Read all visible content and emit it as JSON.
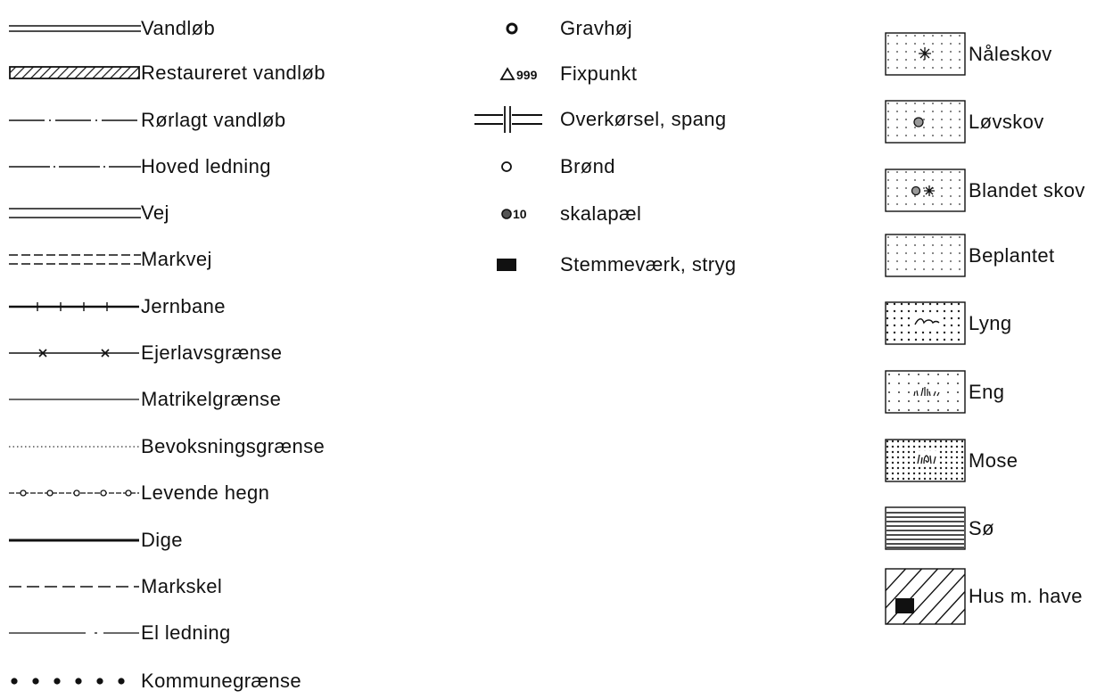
{
  "line_legend": {
    "items": [
      {
        "label": "Vandløb",
        "icon": "double-line-icon"
      },
      {
        "label": "Restaureret vandløb",
        "icon": "hatched-band-icon"
      },
      {
        "label": "Rørlagt vandløb",
        "icon": "dash-dot-line-icon"
      },
      {
        "label": "Hoved ledning",
        "icon": "dash-dot-line-icon"
      },
      {
        "label": "Vej",
        "icon": "double-line-icon"
      },
      {
        "label": "Markvej",
        "icon": "double-dashed-line-icon"
      },
      {
        "label": "Jernbane",
        "icon": "railway-line-icon"
      },
      {
        "label": "Ejerlavsgrænse",
        "icon": "cross-line-icon"
      },
      {
        "label": "Matrikelgrænse",
        "icon": "thin-line-icon"
      },
      {
        "label": "Bevoksningsgrænse",
        "icon": "dotted-line-icon"
      },
      {
        "label": "Levende hegn",
        "icon": "hedge-line-icon"
      },
      {
        "label": "Dige",
        "icon": "thick-line-icon"
      },
      {
        "label": "Markskel",
        "icon": "dashed-line-icon"
      },
      {
        "label": "El ledning",
        "icon": "power-line-icon"
      },
      {
        "label": "Kommunegrænse",
        "icon": "dot-row-icon"
      }
    ]
  },
  "point_legend": {
    "fixpunkt_number": "999",
    "skalapael_number": "10",
    "items": [
      {
        "label": "Gravhøj",
        "icon": "burial-mound-icon"
      },
      {
        "label": "Fixpunkt",
        "icon": "triangle-icon"
      },
      {
        "label": "Overkørsel, spang",
        "icon": "crossing-icon"
      },
      {
        "label": "Brønd",
        "icon": "well-circle-icon"
      },
      {
        "label": "skalapæl",
        "icon": "gauge-post-icon"
      },
      {
        "label": "Stemmeværk, stryg",
        "icon": "weir-block-icon"
      }
    ]
  },
  "area_legend": {
    "items": [
      {
        "label": "Nåleskov",
        "icon": "conifer-forest-icon"
      },
      {
        "label": "Løvskov",
        "icon": "deciduous-forest-icon"
      },
      {
        "label": "Blandet skov",
        "icon": "mixed-forest-icon"
      },
      {
        "label": "Beplantet",
        "icon": "planted-area-icon"
      },
      {
        "label": "Lyng",
        "icon": "heath-icon"
      },
      {
        "label": "Eng",
        "icon": "meadow-icon"
      },
      {
        "label": "Mose",
        "icon": "bog-icon"
      },
      {
        "label": "Sø",
        "icon": "lake-icon"
      },
      {
        "label": "Hus m. have",
        "icon": "house-garden-icon"
      }
    ]
  }
}
